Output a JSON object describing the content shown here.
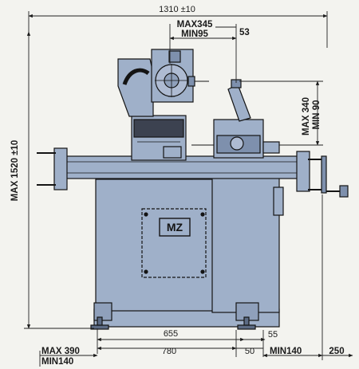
{
  "colors": {
    "paper": "#f3f3ef",
    "machine": "#9fb0c9",
    "machine_dark": "#7e90ad",
    "outline": "#141414",
    "dim_line": "#222222"
  },
  "logo": {
    "text": "MZ"
  },
  "dimensions": {
    "overall_width": "1310 ±10",
    "head_max": "MAX345",
    "head_min": "MIN95",
    "offset": "53",
    "vert_max": "MAX 340",
    "vert_min": "MIN 90",
    "height": "MAX 1520 ±10",
    "d655": "655",
    "d55": "55",
    "d780": "780",
    "d50": "50",
    "bottom_max": "MAX 390",
    "bottom_min": "MIN140",
    "right_min": "MIN140",
    "d250": "250"
  }
}
